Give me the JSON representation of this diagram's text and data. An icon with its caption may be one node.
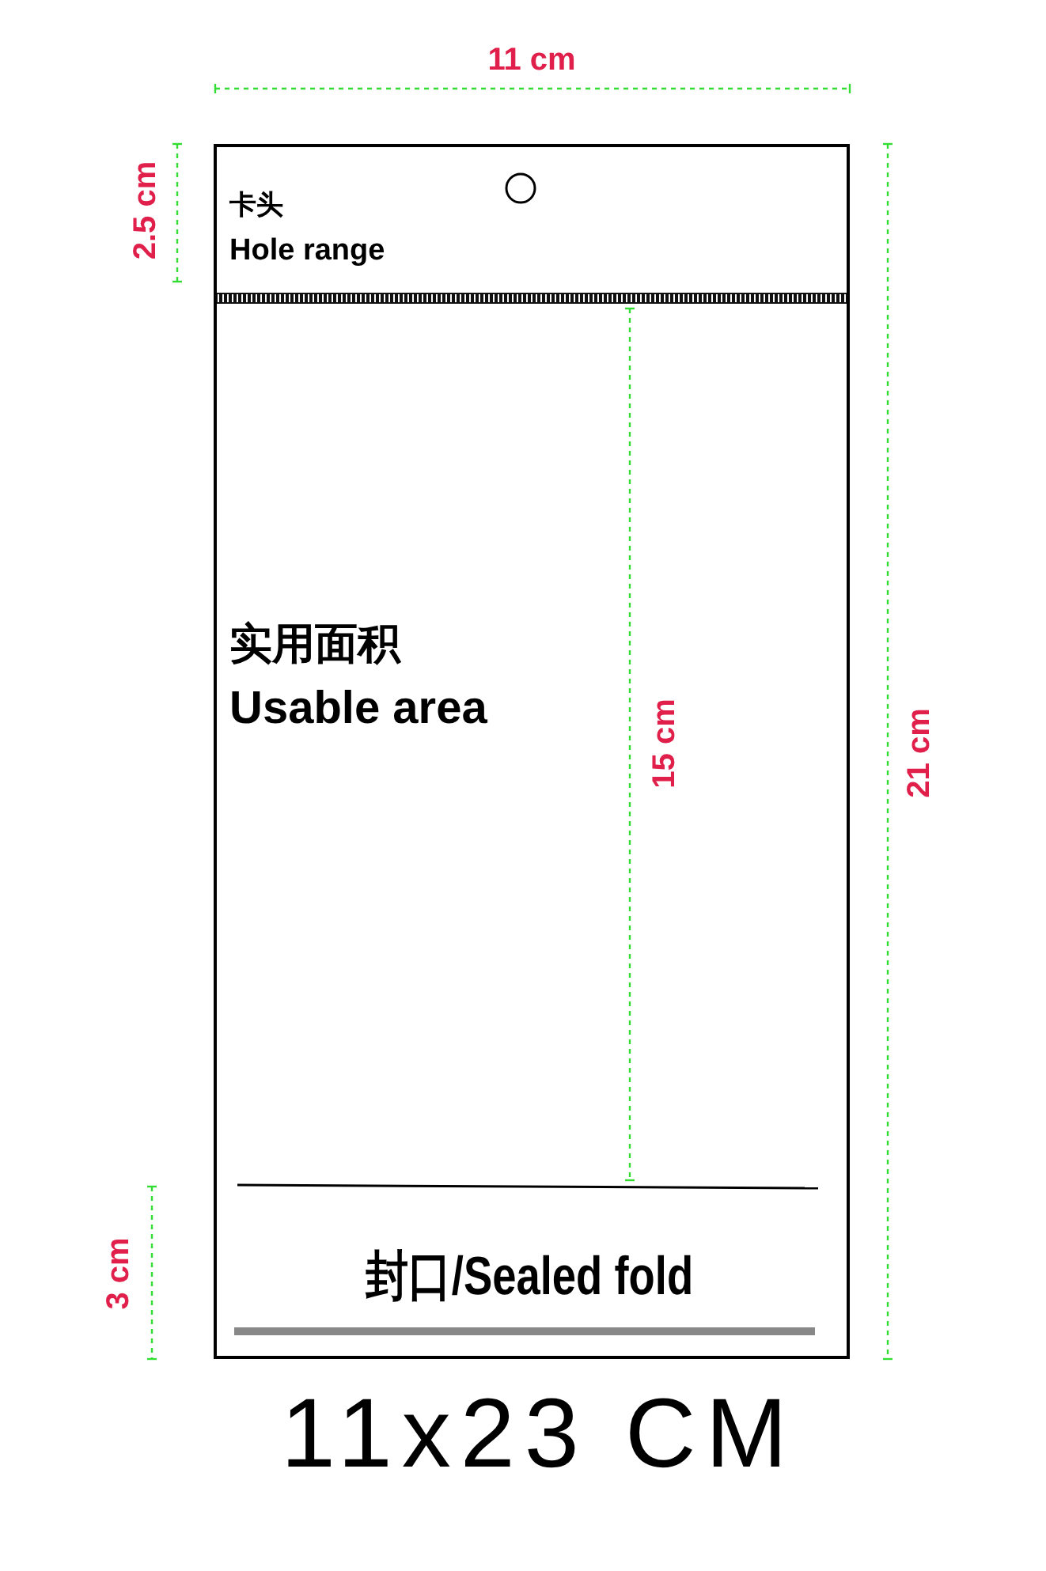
{
  "diagram": {
    "caption": "11x23 CM",
    "nodes": [
      {
        "text": [],
        "shape": "box"
      },
      {
        "text": [
          "卡头",
          "Hole range"
        ],
        "in": 0
      },
      {
        "text": [
          "实用面积",
          "Usable area"
        ],
        "in": 0
      },
      {
        "text": [
          "封口/Sealed fold"
        ],
        "in": 0
      }
    ],
    "edges": [],
    "labels": [
      "11 cm",
      "2.5 cm",
      "15 cm",
      "21 cm",
      "3 cm"
    ]
  }
}
